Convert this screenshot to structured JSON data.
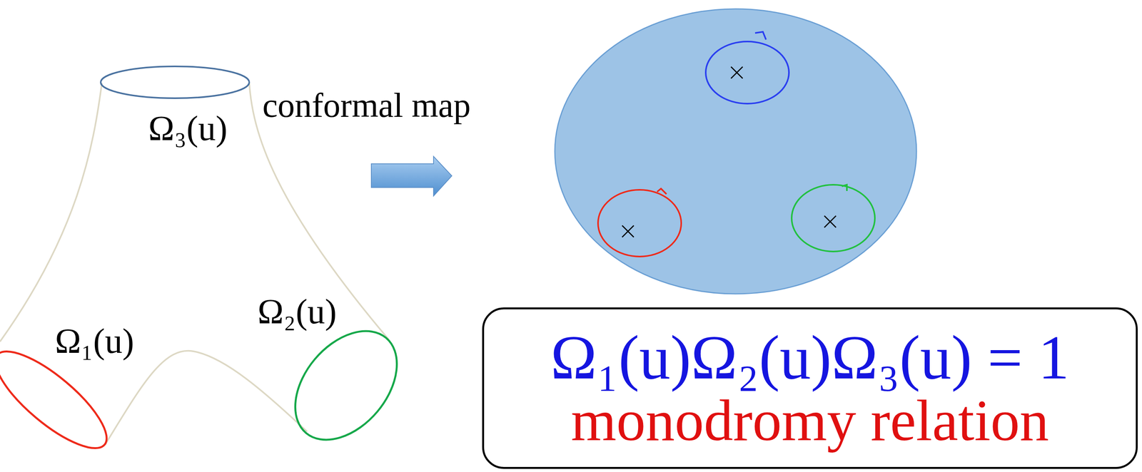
{
  "diagram": {
    "nodes": [
      {
        "text": [
          "Ω₁(u)Ω₂(u)Ω₃(u) = 1",
          "monodromy relation"
        ]
      }
    ],
    "labels": [
      "Ω₃(u)",
      "conformal map",
      "Ω₁(u)",
      "Ω₂(u)"
    ]
  }
}
